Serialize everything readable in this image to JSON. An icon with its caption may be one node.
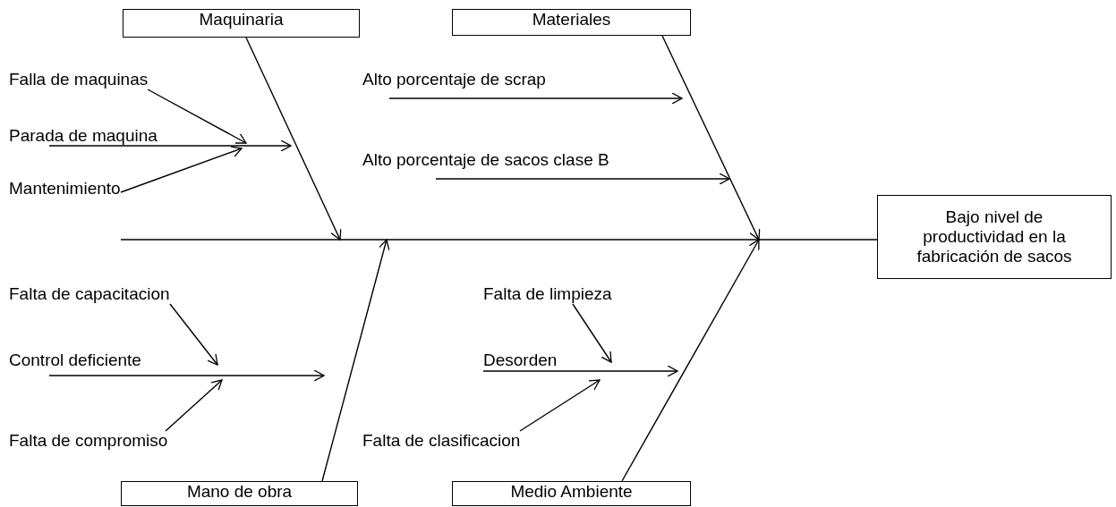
{
  "diagram": {
    "nodes": [
      {
        "text": [
          "Maquinaria"
        ]
      },
      {
        "text": [
          "Materiales"
        ]
      },
      {
        "text": [
          "Bajo nivel de productividad en la fabricación de sacos"
        ]
      },
      {
        "text": [
          "Mano de obra"
        ]
      },
      {
        "text": [
          "Medio Ambiente"
        ]
      },
      {
        "text": [
          "Falla de maquinas"
        ]
      },
      {
        "text": [
          "Parada de maquina"
        ]
      },
      {
        "text": [
          "Mantenimiento"
        ]
      },
      {
        "text": [
          "Alto porcentaje de scrap"
        ]
      },
      {
        "text": [
          "Alto porcentaje de sacos clase B"
        ]
      },
      {
        "text": [
          "Falta de capacitacion"
        ]
      },
      {
        "text": [
          "Control deficiente"
        ]
      },
      {
        "text": [
          "Falta de compromiso"
        ]
      },
      {
        "text": [
          "Falta de limpieza"
        ]
      },
      {
        "text": [
          "Desorden"
        ]
      },
      {
        "text": [
          "Falta de clasificacion"
        ]
      }
    ],
    "edges": [
      {
        "from": null,
        "to": 2,
        "arrow": "none"
      },
      {
        "from": 0,
        "to": null,
        "arrow": "to"
      },
      {
        "from": 1,
        "to": null,
        "arrow": "to"
      },
      {
        "from": 3,
        "to": null,
        "arrow": "to"
      },
      {
        "from": 4,
        "to": null,
        "arrow": "to"
      },
      {
        "from": 6,
        "to": null,
        "arrow": "to"
      },
      {
        "from": 5,
        "to": null,
        "arrow": "to"
      },
      {
        "from": 7,
        "to": null,
        "arrow": "to"
      },
      {
        "from": 8,
        "to": null,
        "arrow": "to"
      },
      {
        "from": 9,
        "to": null,
        "arrow": "to"
      },
      {
        "from": 11,
        "to": null,
        "arrow": "to"
      },
      {
        "from": 10,
        "to": null,
        "arrow": "to"
      },
      {
        "from": 12,
        "to": null,
        "arrow": "to"
      },
      {
        "from": 14,
        "to": null,
        "arrow": "to"
      },
      {
        "from": 13,
        "to": null,
        "arrow": "to"
      },
      {
        "from": 15,
        "to": null,
        "arrow": "to"
      }
    ]
  }
}
